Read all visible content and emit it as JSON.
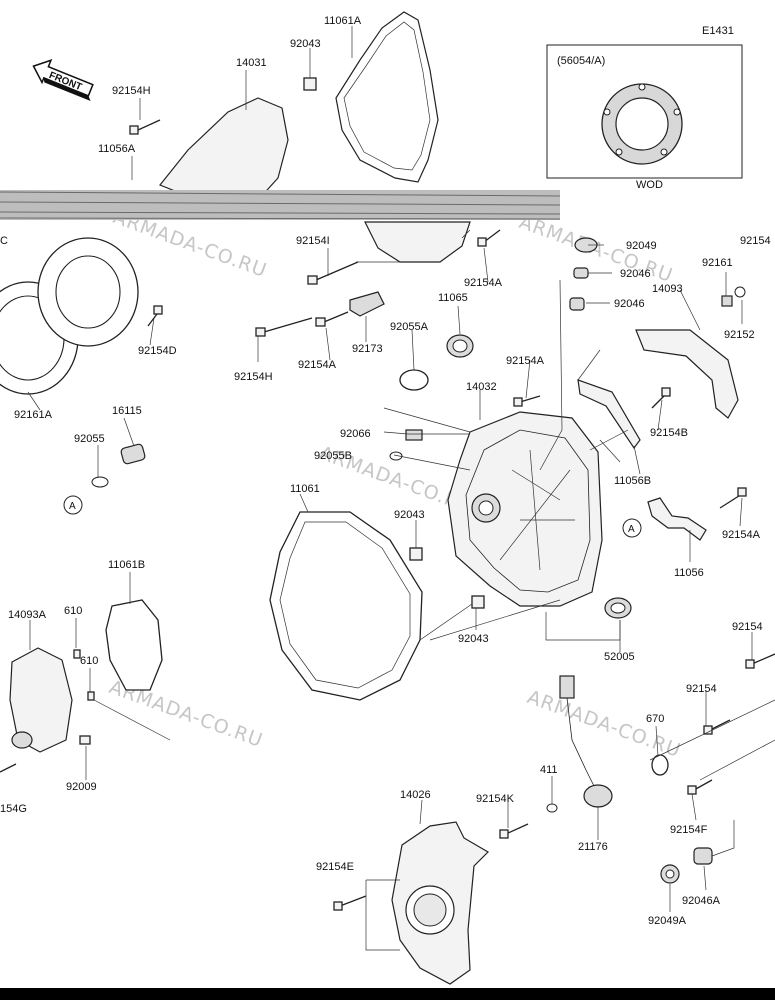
{
  "diagram": {
    "code": "E1431",
    "front_arrow": "FRONT",
    "watermark": "ARMADA-CO.RU",
    "inset": {
      "ref": "(56054/A)",
      "note": "WOD"
    },
    "callout_letter": "A",
    "labels": {
      "l11061A": "11061A",
      "l92043a": "92043",
      "l14031": "14031",
      "l92154H_top": "92154H",
      "l11056A": "11056A",
      "l92154I": "92154I",
      "l92049": "92049",
      "l92046a": "92046",
      "l92046b": "92046",
      "l92154_tr": "92154",
      "l92161": "92161",
      "l14093": "14093",
      "l92152": "92152",
      "l11065": "11065",
      "l92154A_a": "92154A",
      "l92154D": "92154D",
      "l92154H_b": "92154H",
      "l92154A_b": "92154A",
      "l92173": "92173",
      "l92055A": "92055A",
      "l92154A_c": "92154A",
      "l14032": "14032",
      "l92161A": "92161A",
      "l16115": "16115",
      "l92055": "92055",
      "l92066": "92066",
      "l92055B": "92055B",
      "l92154B": "92154B",
      "l11056B": "11056B",
      "l11061": "11061",
      "l92043b": "92043",
      "l92154A_d": "92154A",
      "l11056": "11056",
      "l11061B": "11061B",
      "l14093A": "14093A",
      "l610a": "610",
      "l610b": "610",
      "l92043c": "92043",
      "l52005": "52005",
      "l92154_r2": "92154",
      "l92154_r3": "92154",
      "l92009": "92009",
      "l154G": "154G",
      "l670": "670",
      "l411": "411",
      "l14026": "14026",
      "l92154K": "92154K",
      "l21176": "21176",
      "l92154F": "92154F",
      "l92154E": "92154E",
      "l92046A": "92046A",
      "l92049A": "92049A",
      "lC": "C"
    }
  }
}
